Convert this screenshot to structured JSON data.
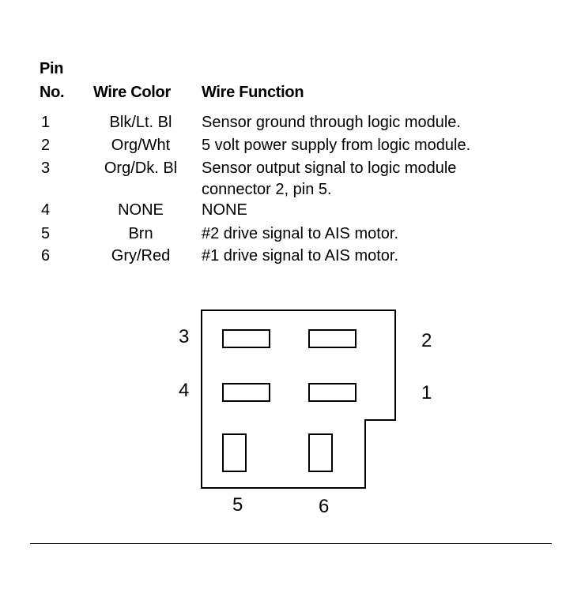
{
  "table": {
    "headers": {
      "pin_line1": "Pin",
      "pin_line2": "No.",
      "wire_color": "Wire Color",
      "wire_function": "Wire Function"
    },
    "rows": [
      {
        "pin": "1",
        "color": "Blk/Lt. Bl",
        "function": "Sensor ground through logic module.",
        "function2": ""
      },
      {
        "pin": "2",
        "color": "Org/Wht",
        "function": "5 volt power supply from logic module.",
        "function2": ""
      },
      {
        "pin": "3",
        "color": "Org/Dk. Bl",
        "function": "Sensor output signal to logic module",
        "function2": "connector 2, pin 5."
      },
      {
        "pin": "4",
        "color": "NONE",
        "function": "NONE",
        "function2": ""
      },
      {
        "pin": "5",
        "color": "Brn",
        "function": "#2 drive signal to AIS motor.",
        "function2": ""
      },
      {
        "pin": "6",
        "color": "Gry/Red",
        "function": "#1 drive signal to AIS motor.",
        "function2": ""
      }
    ]
  },
  "connector": {
    "labels": {
      "p1": "1",
      "p2": "2",
      "p3": "3",
      "p4": "4",
      "p5": "5",
      "p6": "6"
    }
  }
}
